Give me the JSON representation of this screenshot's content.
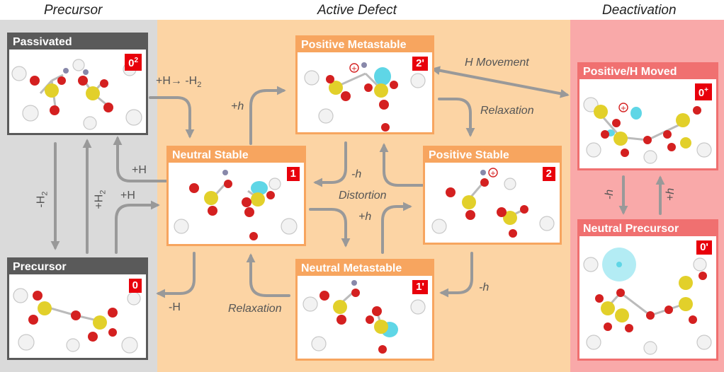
{
  "sections": {
    "precursor": "Precursor",
    "active": "Active Defect",
    "deactivation": "Deactivation"
  },
  "states": {
    "passivated": {
      "title": "Passivated",
      "badge_base": "0",
      "badge_sup": "2"
    },
    "precursor": {
      "title": "Precursor",
      "badge": "0"
    },
    "neutral_stable": {
      "title": "Neutral Stable",
      "badge": "1"
    },
    "positive_metastable": {
      "title": "Positive Metastable",
      "badge": "2'"
    },
    "positive_stable": {
      "title": "Positive Stable",
      "badge": "2"
    },
    "neutral_metastable": {
      "title": "Neutral Metastable",
      "badge": "1'"
    },
    "positive_h_moved": {
      "title": "Positive/H Moved",
      "badge_base": "0",
      "badge_sup": "+"
    },
    "neutral_precursor": {
      "title": "Neutral Precursor",
      "badge": "0'"
    }
  },
  "transitions": {
    "h_to_h2": "+H→ -H",
    "h_to_h2_sub": "2",
    "minus_h2": "-H",
    "minus_h2_sub": "2",
    "plus_h2": "+H",
    "plus_h2_sub": "2",
    "plus_h_upper": "+H",
    "plus_h_lower": "+H",
    "minus_h_cap": "-H",
    "plus_hole_1": "+h",
    "plus_hole_2": "+h",
    "minus_hole_1": "-h",
    "minus_hole_2": "-h",
    "minus_hole_3": "-h",
    "plus_hole_3": "+h",
    "h_movement": "H Movement",
    "relaxation_1": "Relaxation",
    "relaxation_2": "Relaxation",
    "distortion": "Distortion"
  },
  "colors": {
    "precursor_bg": "#dadada",
    "active_bg": "#fcd4a4",
    "deactivation_bg": "#f9a9a9",
    "gray_card": "#5a5a5a",
    "orange_card": "#f7a55f",
    "red_card": "#f07070",
    "badge": "#e8000b",
    "arrow": "#999999",
    "oxygen": "#d42020",
    "silicon": "#e2d02a",
    "hydrogen": "#8888aa",
    "spin_density": "#5fd6e6"
  }
}
